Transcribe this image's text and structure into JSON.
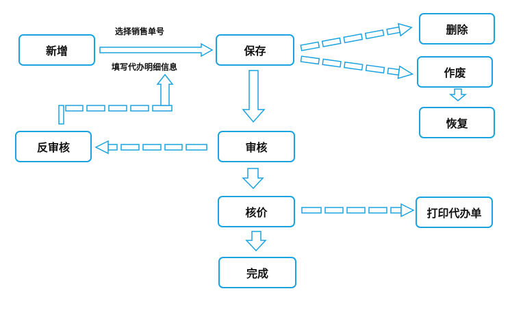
{
  "nodes": {
    "add": "新增",
    "save": "保存",
    "delete": "删除",
    "void": "作废",
    "restore": "恢复",
    "unaudit": "反审核",
    "audit": "审核",
    "price": "核价",
    "print": "打印代办单",
    "done": "完成"
  },
  "edge_labels": {
    "select_order": "选择销售单号",
    "fill_detail": "填写代办明细信息"
  },
  "colors": {
    "node_border": "#1aa3e0",
    "arrow_stroke": "#1aa3e0",
    "arrow_fill": "#ffffff"
  }
}
